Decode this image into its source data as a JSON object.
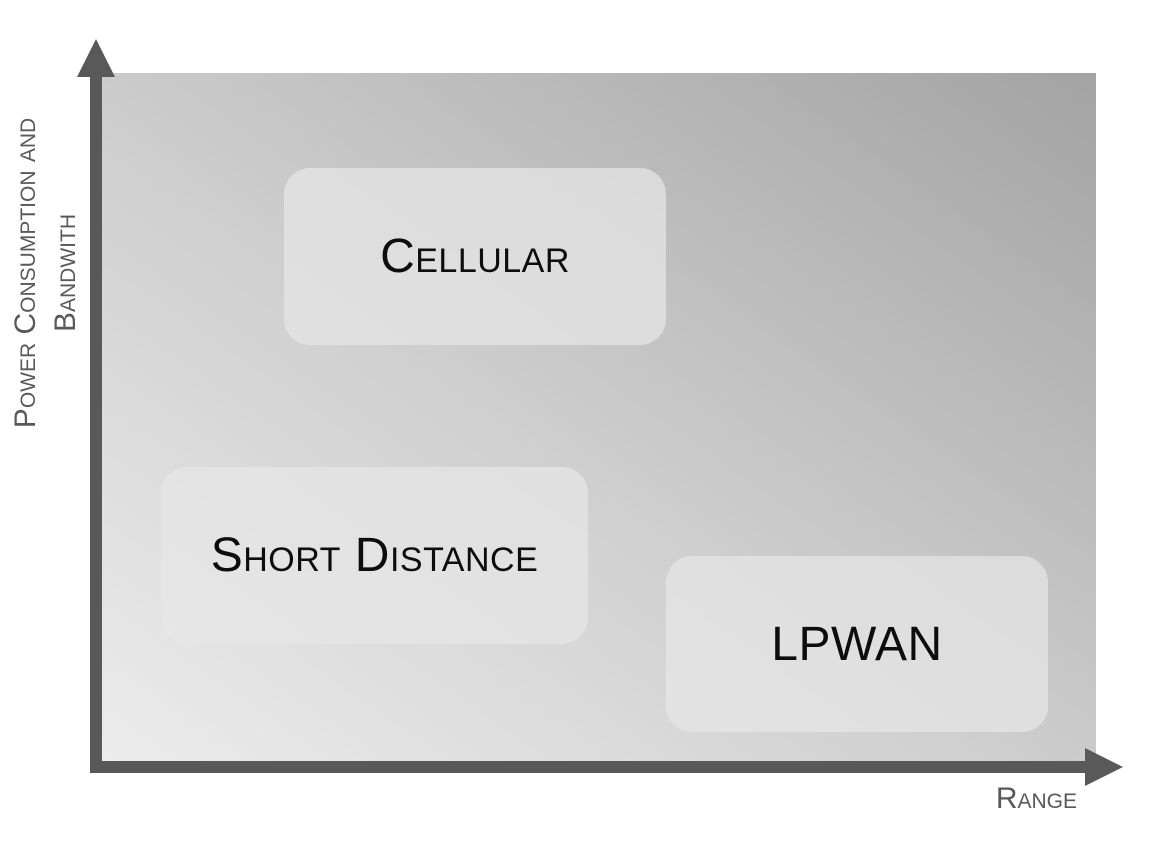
{
  "diagram": {
    "y_axis_label": "Power Consumption and Bandwith",
    "x_axis_label": "Range",
    "categories": {
      "cellular": "Cellular",
      "short_distance": "Short Distance",
      "lpwan": "LPWAN"
    },
    "colors": {
      "axis": "#595959",
      "box_fill": "#e6e6e6",
      "background_light": "#ececec",
      "background_dark": "#a3a3a3",
      "box_text": "#0d0d0d"
    }
  }
}
